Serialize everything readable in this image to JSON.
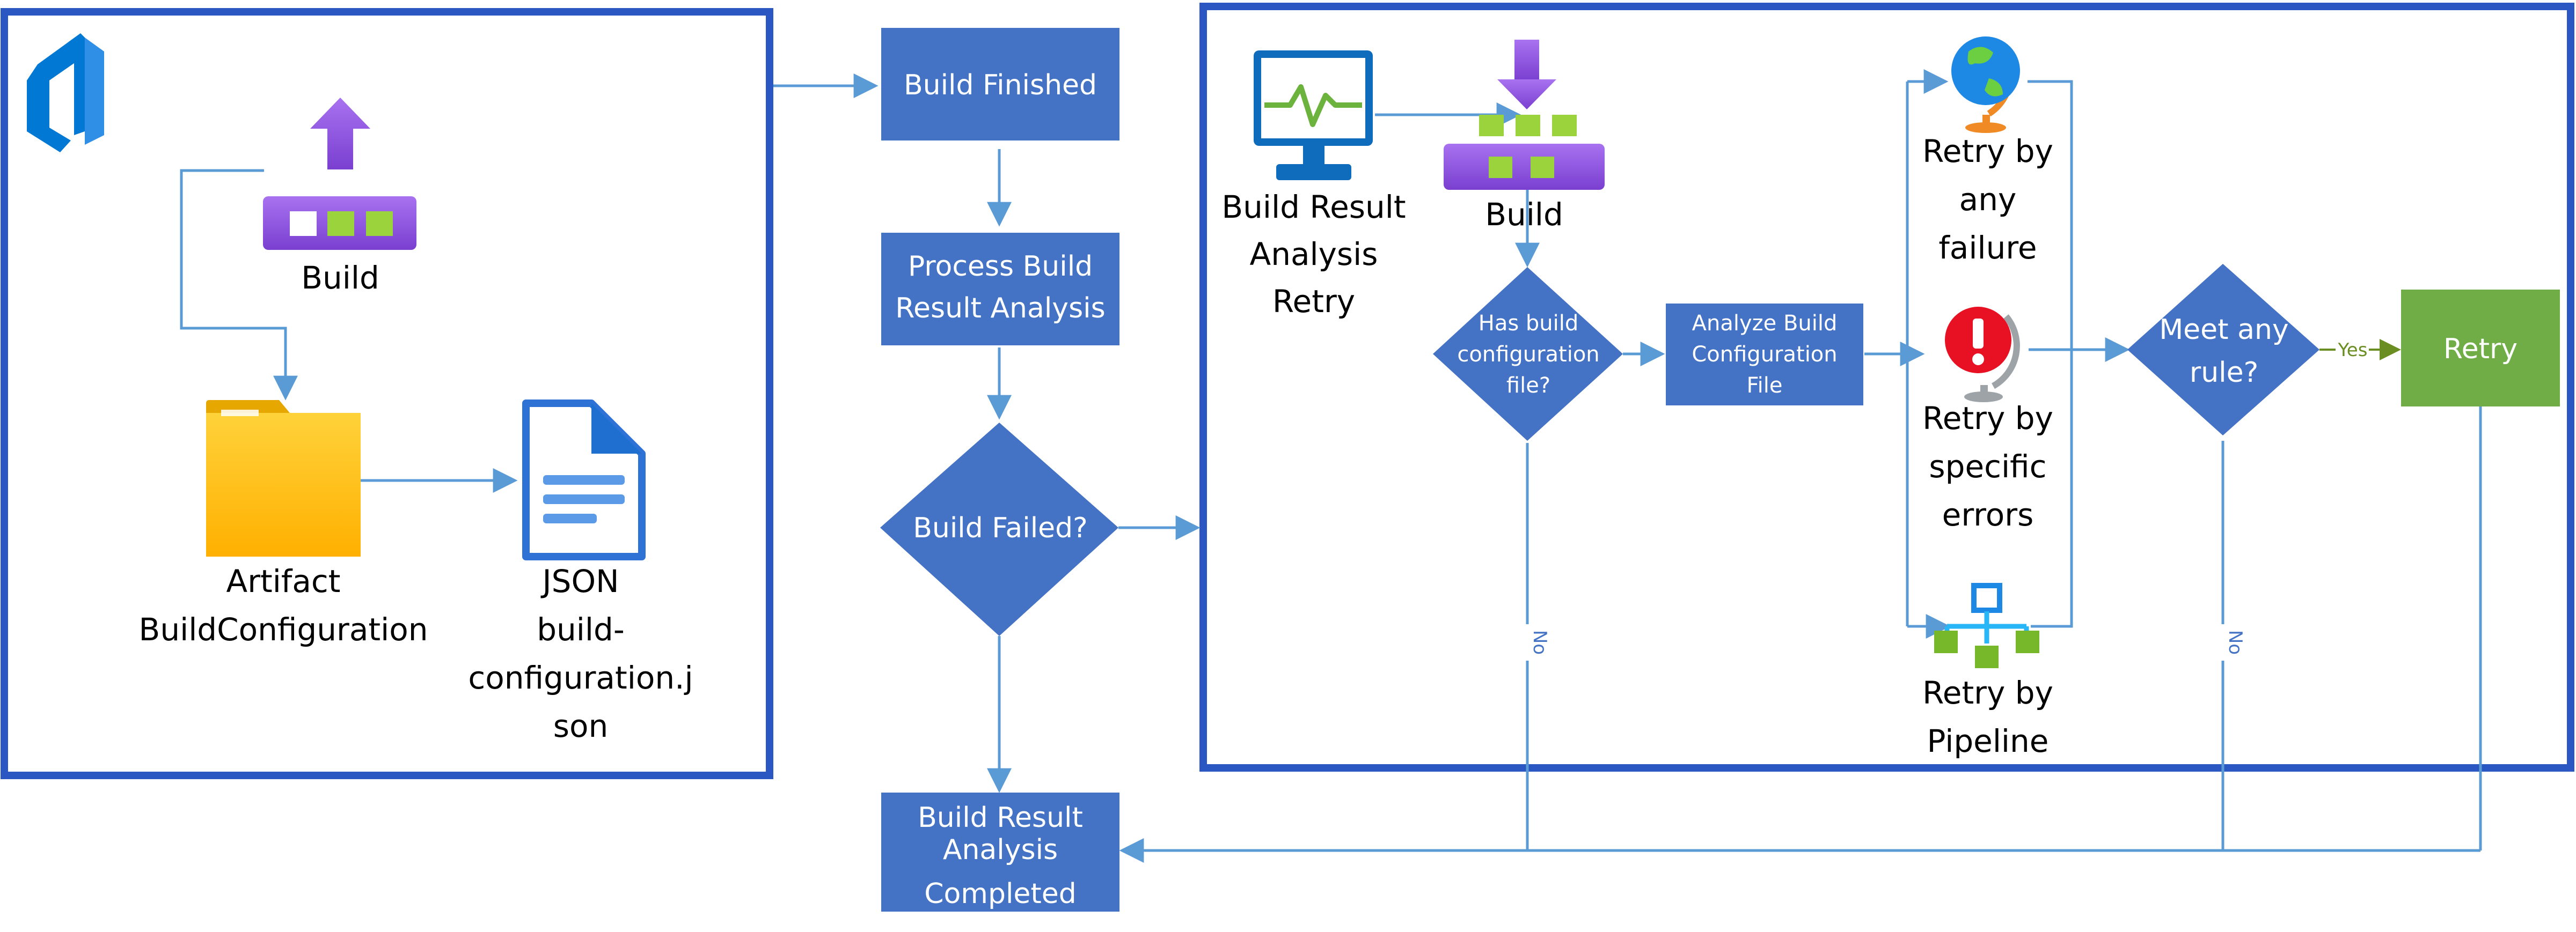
{
  "left_panel": {
    "build_label": "Build",
    "artifact_label": [
      "Artifact",
      "BuildConfiguration"
    ],
    "json_label": [
      "JSON",
      "build-",
      "configuration.j",
      "son"
    ]
  },
  "flow": {
    "build_finished": "Build Finished",
    "process_analysis": [
      "Process Build",
      "Result Analysis"
    ],
    "build_failed": "Build Failed?",
    "completed": [
      "Build Result",
      "Analysis",
      "Completed"
    ]
  },
  "retry_panel": {
    "retry_title": [
      "Build Result",
      "Analysis",
      "Retry"
    ],
    "build_label": "Build",
    "has_config": [
      "Has build",
      "configuration",
      "file?"
    ],
    "analyze_config": [
      "Analyze Build",
      "Configuration",
      "File"
    ],
    "retry_any": [
      "Retry by",
      "any",
      "failure"
    ],
    "retry_specific": [
      "Retry by",
      "specific",
      "errors"
    ],
    "retry_pipeline": [
      "Retry by",
      "Pipeline"
    ],
    "meet_rule": [
      "Meet any",
      "rule?"
    ],
    "retry_action": "Retry",
    "no_label_1": "No",
    "no_label_2": "No",
    "yes_label": "Yes"
  },
  "colors": {
    "frame_blue": "#2b57c3",
    "box_blue": "#4472c4",
    "connector_blue": "#5b9bd5",
    "retry_green": "#70ad47",
    "build_purple": "#8c4fd9",
    "block_green": "#9bd33c",
    "folder_yellow": "#ffc000",
    "error_red": "#e81123"
  }
}
